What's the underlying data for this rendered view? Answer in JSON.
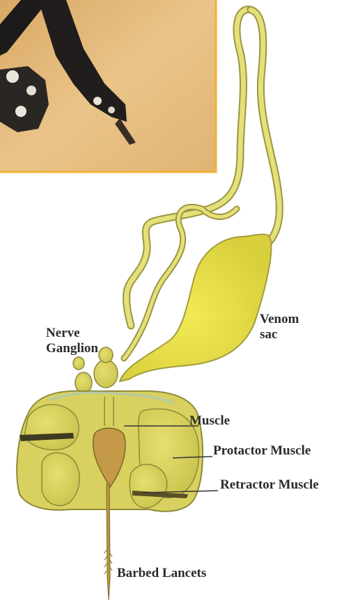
{
  "labels": {
    "nerve_ganglion": [
      "Nerve",
      "Ganglion"
    ],
    "venom_sac": [
      "Venom",
      "sac"
    ],
    "muscle": "Muscle",
    "protactor_muscle": "Protactor Muscle",
    "retractor_muscle": "Retractor Muscle",
    "barbed_lancets": "Barbed Lancets"
  },
  "colors": {
    "photo_border": "#f2b134",
    "photo_bg": "#e3b877",
    "gland_fill": "#d6d25a",
    "sac_fill": "#e8e04a",
    "outline": "#8d8a3a",
    "label_text": "#2b2b2b",
    "leader_line": "#333333",
    "lancet": "#b89a3e"
  }
}
